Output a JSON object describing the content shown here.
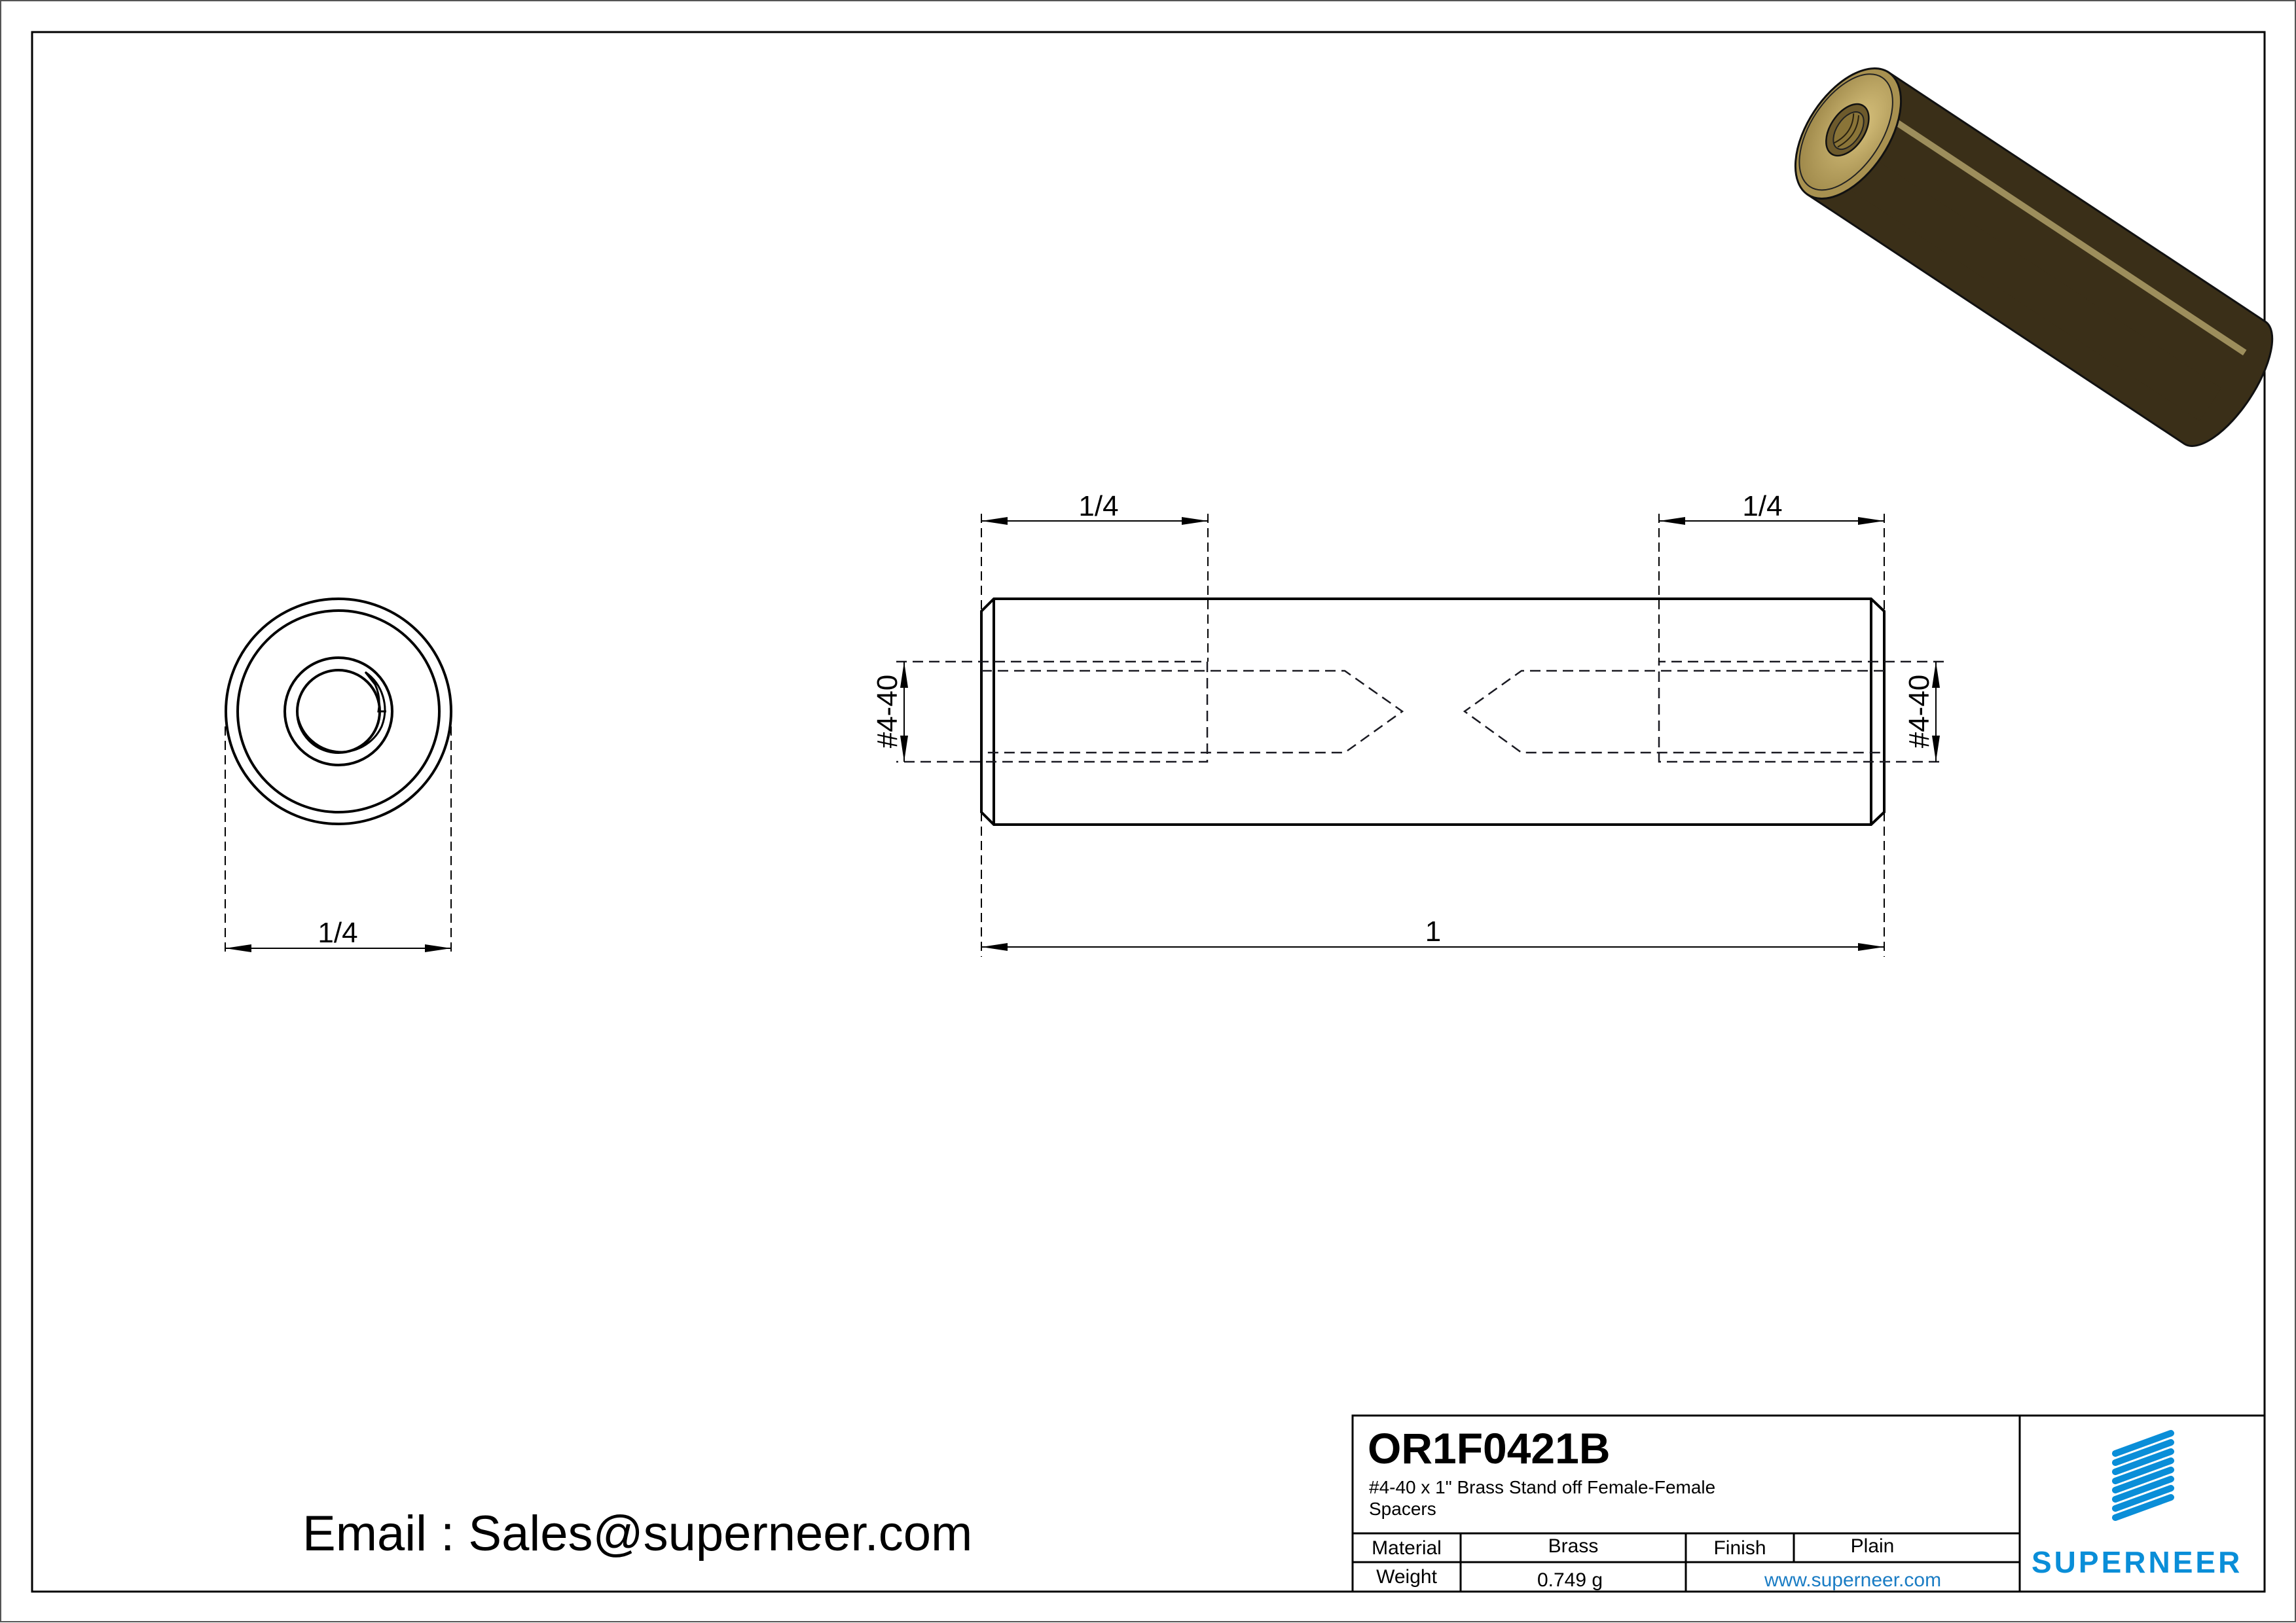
{
  "drawing": {
    "colors": {
      "line": "#000000",
      "logo_blue": "#0a8ed8",
      "link_blue": "#1a7cc4",
      "brass_light": "#c9b06a",
      "brass_mid": "#a08a4c",
      "brass_dark": "#4a3d1e"
    },
    "end_view": {
      "diameter_label": "1/4"
    },
    "side_view": {
      "left_thread_depth_label": "1/4",
      "right_thread_depth_label": "1/4",
      "left_thread_label": "#4-40",
      "right_thread_label": "#4-40",
      "overall_length_label": "1"
    }
  },
  "contact": {
    "email_line": "Email : Sales@superneer.com"
  },
  "title_block": {
    "part_number": "OR1F0421B",
    "description_line1": "#4-40 x 1\" Brass Stand off  Female-Female",
    "description_line2": "Spacers",
    "material_label": "Material",
    "material_value": "Brass",
    "finish_label": "Finish",
    "finish_value": "Plain",
    "weight_label": "Weight",
    "weight_value": "0.749 g",
    "website": "www.superneer.com",
    "logo_text": "SUPERNEER",
    "logo_icon": "stripes-logo-icon"
  }
}
